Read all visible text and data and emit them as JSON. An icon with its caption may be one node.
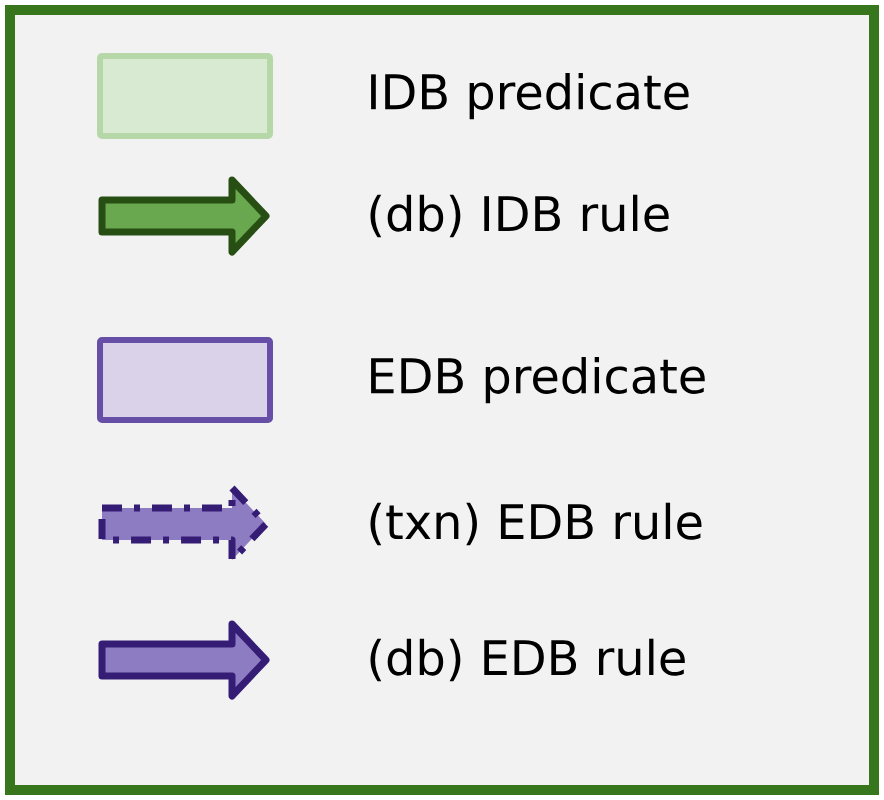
{
  "diagram": {
    "legend": [
      {
        "text": "IDB predicate",
        "color": "#d9ead3"
      },
      {
        "text": "(db) IDB rule"
      },
      {
        "text": "EDB predicate",
        "color": "#d9d2e9"
      },
      {
        "text": "(txn) EDB rule"
      },
      {
        "text": "(db) EDB rule"
      }
    ]
  }
}
